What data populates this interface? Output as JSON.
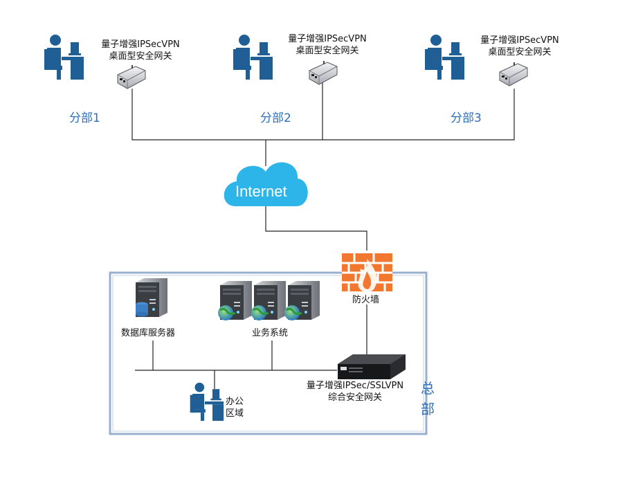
{
  "branches": [
    {
      "device_line1": "量子增强IPSecVPN",
      "device_line2": "桌面型安全网关",
      "name": "分部1"
    },
    {
      "device_line1": "量子增强IPSecVPN",
      "device_line2": "桌面型安全网关",
      "name": "分部2"
    },
    {
      "device_line1": "量子增强IPSecVPN",
      "device_line2": "桌面型安全网关",
      "name": "分部3"
    }
  ],
  "internet": {
    "label": "Internet"
  },
  "firewall": {
    "label": "防火墙"
  },
  "hq": {
    "name_char1": "总",
    "name_char2": "部",
    "db_server_label": "数据库服务器",
    "business_label": "业务系统",
    "office_line1": "办公",
    "office_line2": "区域",
    "gateway_line1": "量子增强IPSec/SSLVPN",
    "gateway_line2": "综合安全网关"
  },
  "colors": {
    "brand_blue": "#2e6fb8",
    "person_blue": "#1f5f95",
    "cloud_blue": "#2db5ea",
    "firewall_orange": "#f2782f",
    "hq_border": "#9aafd0"
  }
}
